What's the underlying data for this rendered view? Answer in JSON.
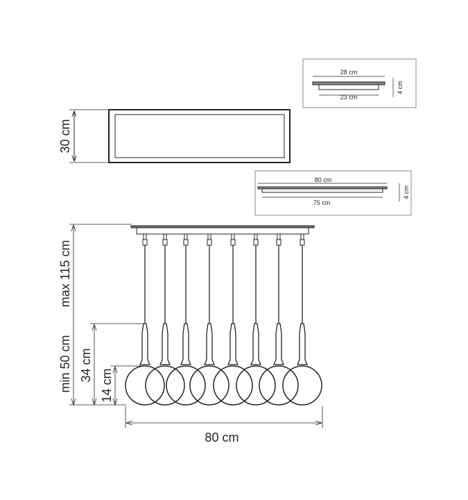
{
  "colors": {
    "line": "#222222",
    "box_border": "#888888",
    "ceiling_plate": "#777777"
  },
  "top_view": {
    "height_label": "30 cm"
  },
  "small_canopy": {
    "outer_width": "28 cm",
    "inner_width": "23 cm",
    "height": "4 cm"
  },
  "large_canopy": {
    "outer_width": "80 cm",
    "inner_width": "75 cm",
    "height": "4 cm"
  },
  "side_view": {
    "max_height": "max 115 cm",
    "min_height": "min 50 cm",
    "shade_drop": "34 cm",
    "globe_height": "14 cm",
    "total_width": "80 cm",
    "pendant_count": 8
  }
}
